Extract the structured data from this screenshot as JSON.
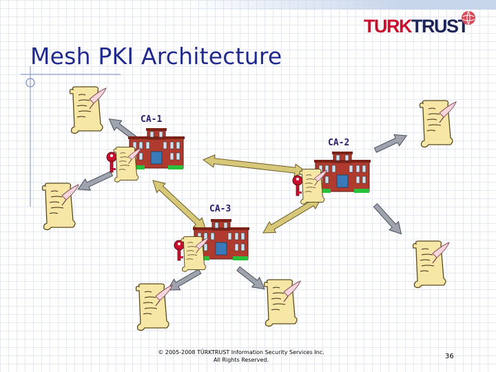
{
  "header": {
    "title": "Mesh PKI Architecture",
    "logo": {
      "part1": "TURK",
      "part2": "TRUST"
    }
  },
  "nodes": {
    "ca1": {
      "label": "CA-1"
    },
    "ca2": {
      "label": "CA-2"
    },
    "ca3": {
      "label": "CA-3"
    }
  },
  "footer": {
    "copyright_line1": "© 2005-2008 TÜRKTRUST Information Security Services Inc.",
    "copyright_line2": "All Rights Reserved.",
    "page_number": "36"
  },
  "colors": {
    "title": "#1f2a8c",
    "building": "#b03a2e",
    "arrow_mutual": "#d8c87a",
    "arrow_issue": "#9ea3ad",
    "key": "#c8102e"
  }
}
